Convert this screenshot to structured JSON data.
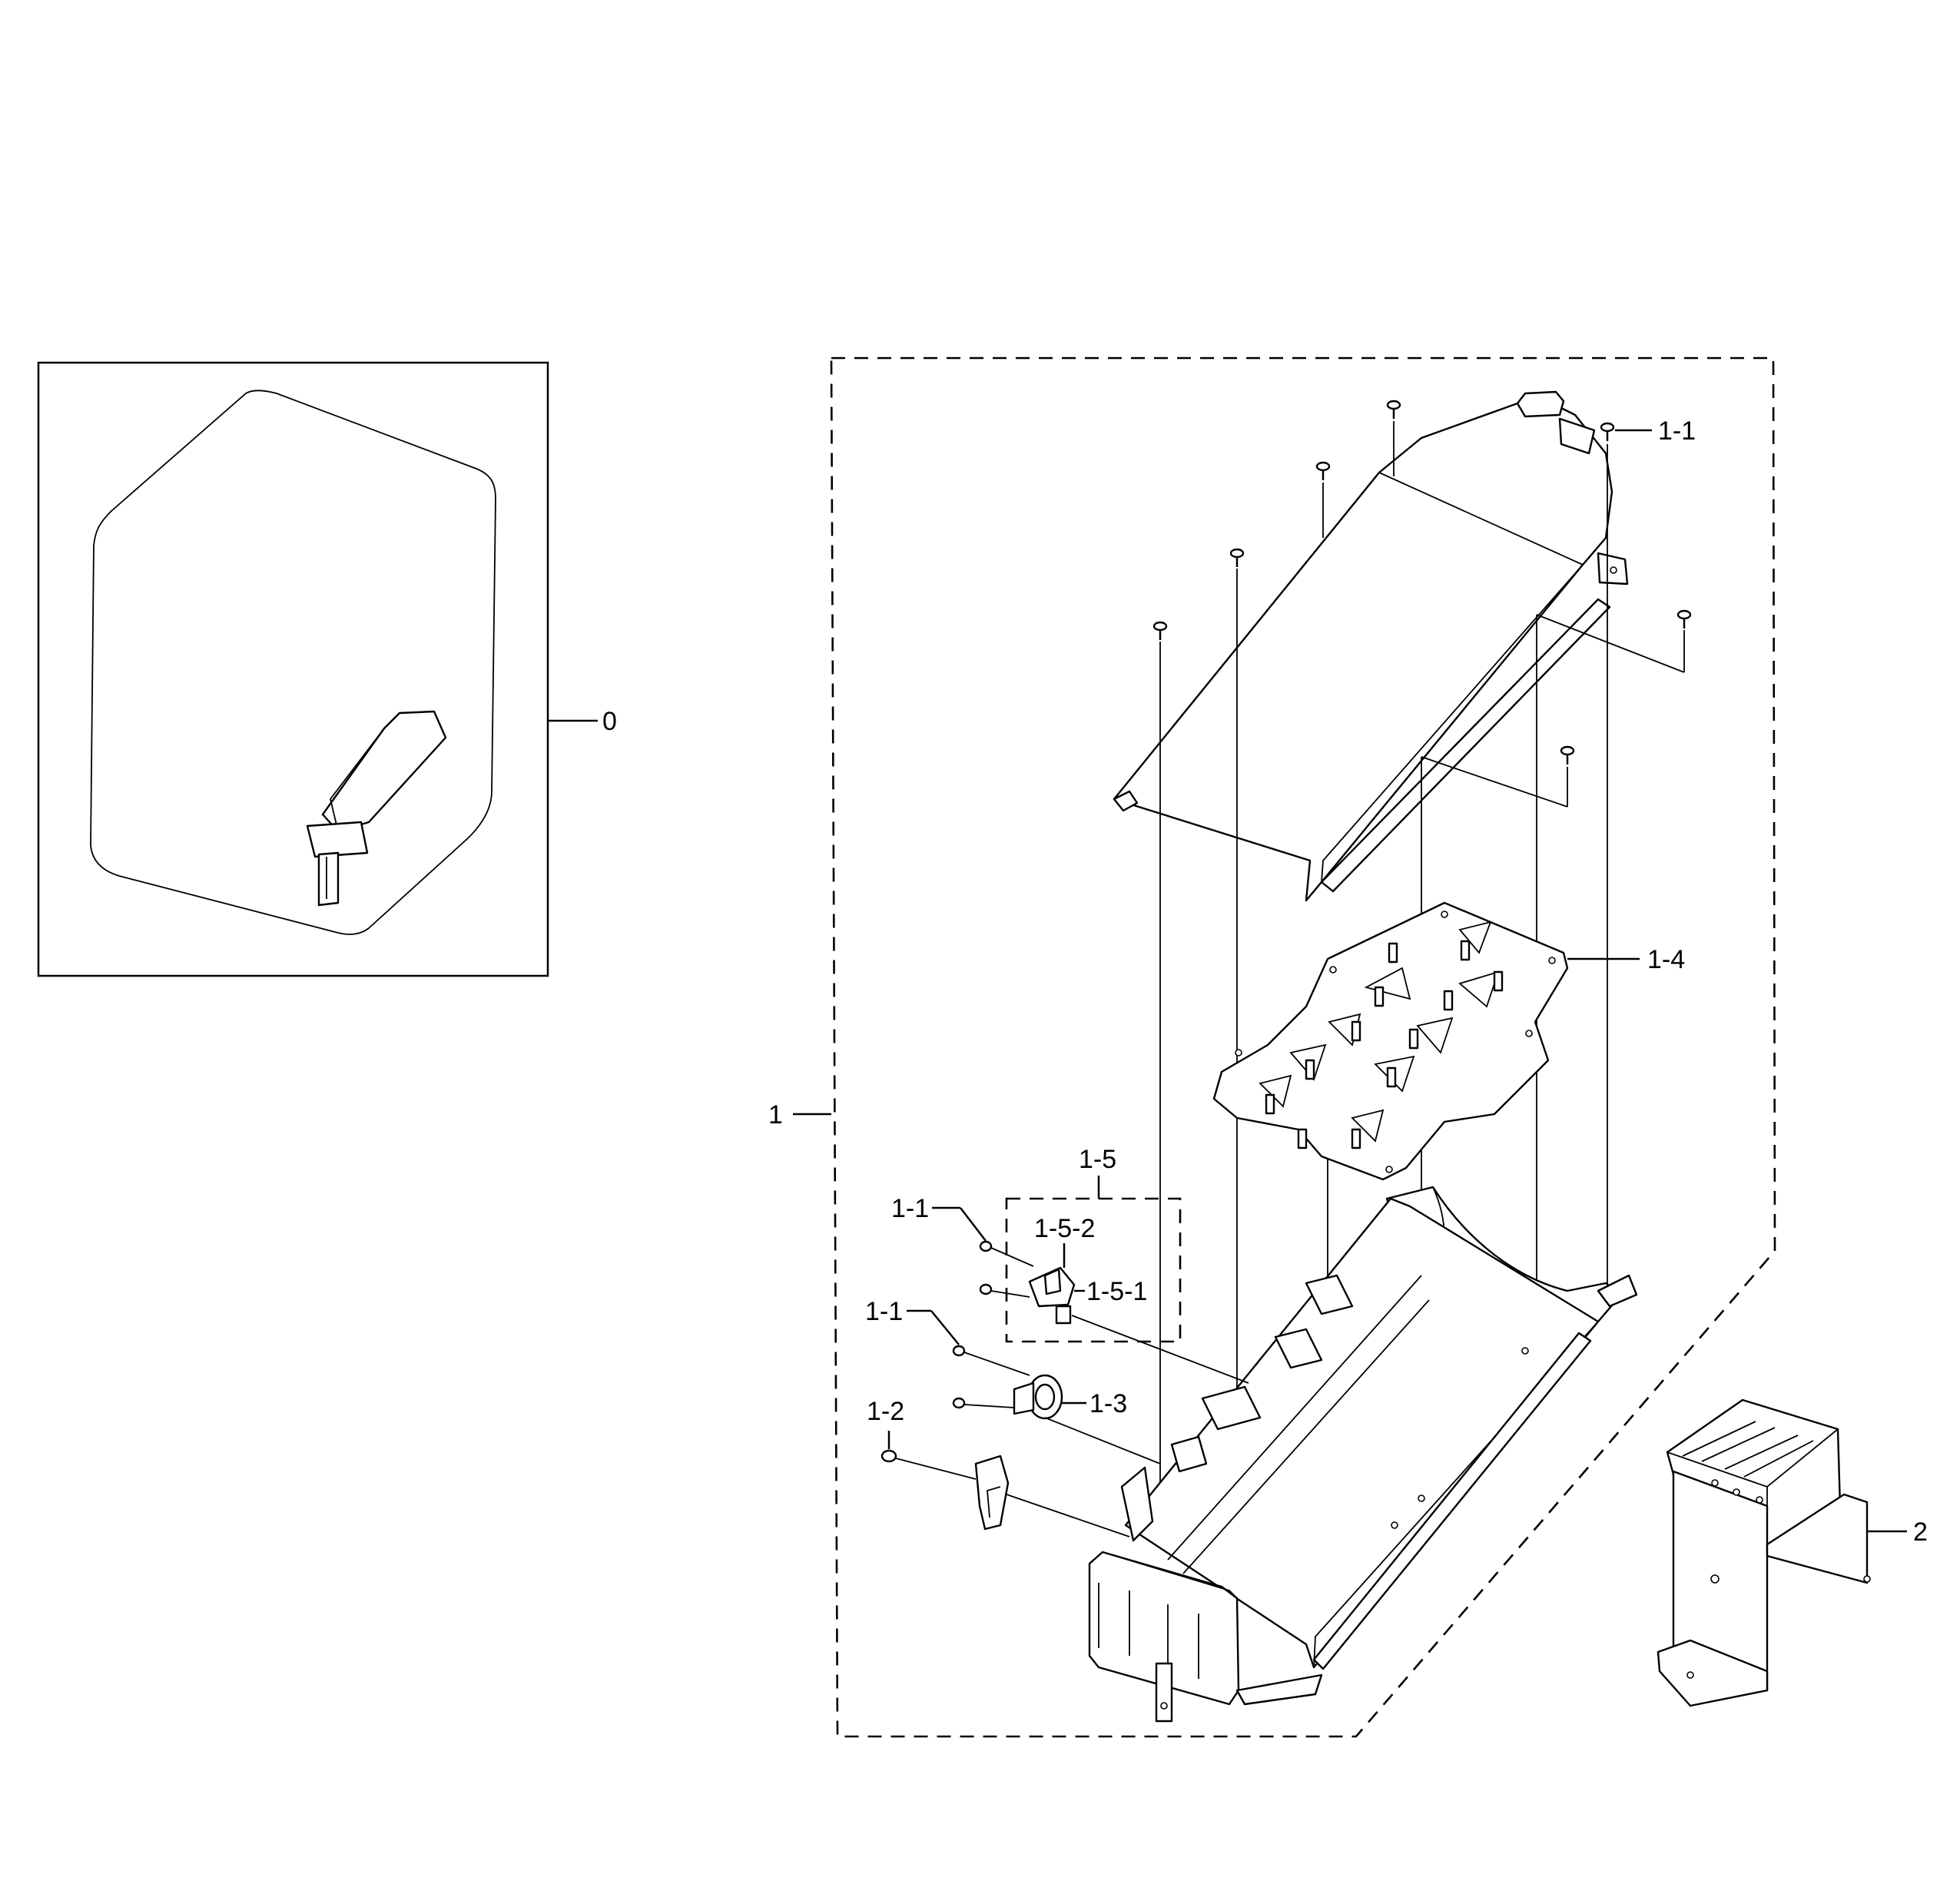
{
  "callouts": {
    "c0": "0",
    "c1": "1",
    "c1_1_top": "1-1",
    "c1_1_a": "1-1",
    "c1_1_b": "1-1",
    "c1_2": "1-2",
    "c1_3": "1-3",
    "c1_4": "1-4",
    "c1_5": "1-5",
    "c1_5_1": "1-5-1",
    "c1_5_2": "1-5-2",
    "c2": "2"
  },
  "colors": {
    "ink": "#000000",
    "paper": "#ffffff"
  },
  "icons": {
    "screw": "screw-icon",
    "thermostat": "thermostat-icon",
    "fuse": "thermal-fuse-icon"
  }
}
